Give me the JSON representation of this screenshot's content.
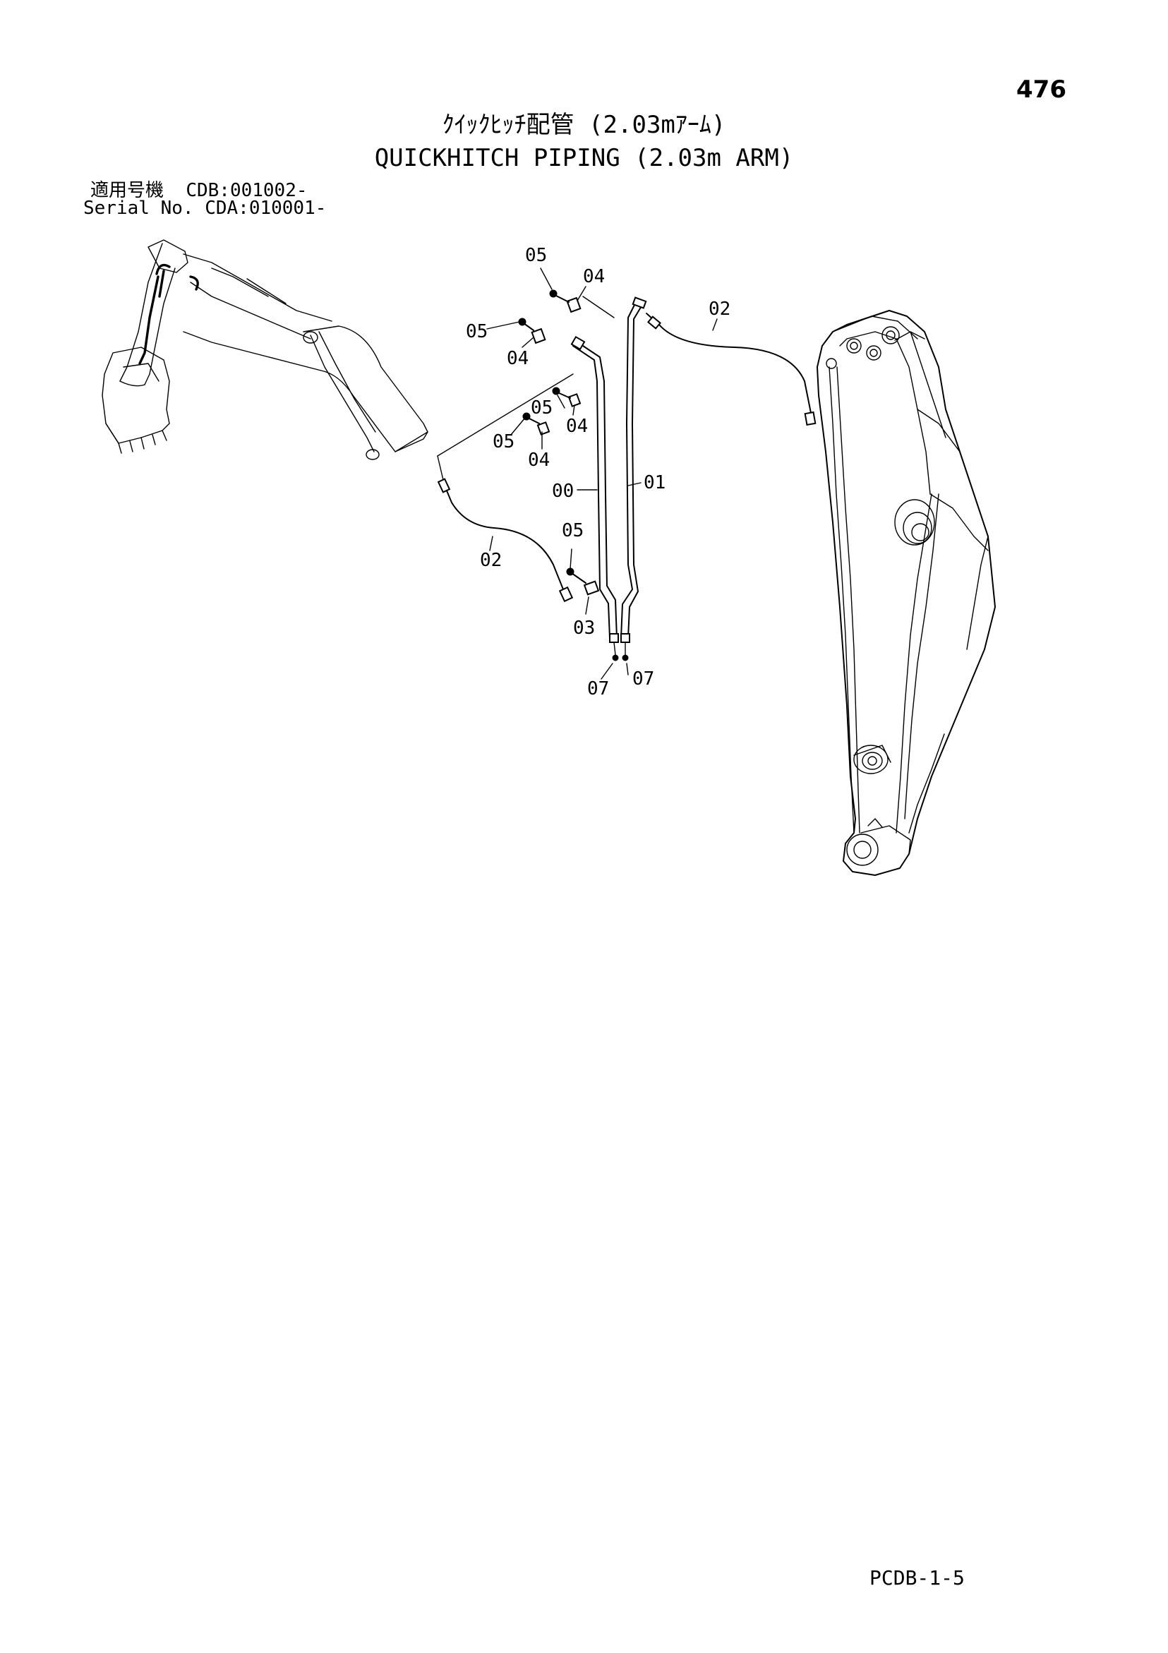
{
  "page_number": "476",
  "title_jp": "ｸｲｯｸﾋｯﾁ配管 (2.03mｱｰﾑ)",
  "title_en": "QUICKHITCH PIPING (2.03m ARM)",
  "applicability": {
    "label_jp": "適用号機",
    "label_en": "Serial No.",
    "model_1": "CDB:001002-",
    "model_2": "CDA:010001-"
  },
  "callouts": {
    "c05_top": "05",
    "c04_top": "04",
    "c02_top": "02",
    "c05_left": "05",
    "c04_left": "04",
    "c05_mid": "05",
    "c04_mid": "04",
    "c05_mid2": "05",
    "c04_mid2": "04",
    "c00": "00",
    "c01": "01",
    "c05_low": "05",
    "c02_low": "02",
    "c03": "03",
    "c07_left": "07",
    "c07_right": "07"
  },
  "doc_code": "PCDB-1-5"
}
